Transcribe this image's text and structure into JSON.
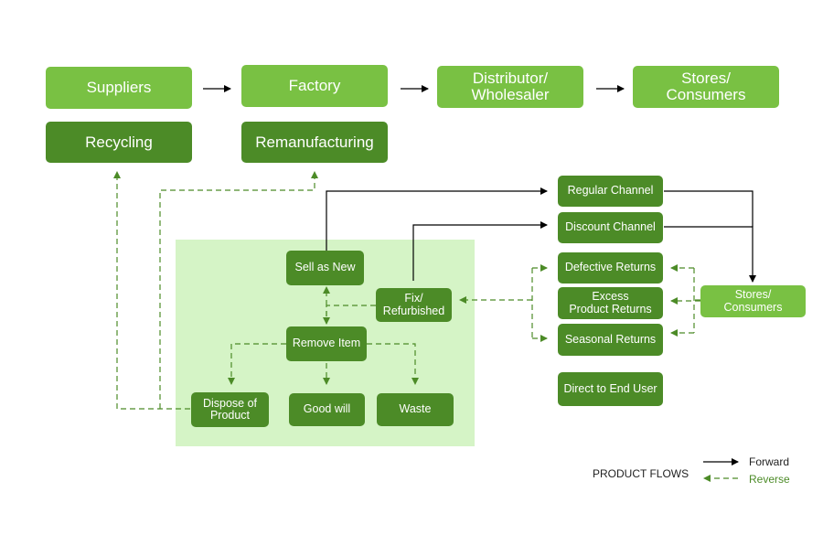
{
  "top_row": {
    "suppliers": "Suppliers",
    "factory": "Factory",
    "distributor": "Distributor/\nWholesaler",
    "stores": "Stores/\nConsumers"
  },
  "second_row": {
    "recycling": "Recycling",
    "remanufacturing": "Remanufacturing"
  },
  "channels": {
    "regular": "Regular Channel",
    "discount": "Discount Channel"
  },
  "returns": {
    "defective": "Defective Returns",
    "excess": "Excess\nProduct Returns",
    "seasonal": "Seasonal Returns",
    "direct": "Direct to End User"
  },
  "stores_consumers_right": "Stores/\nConsumers",
  "processing": {
    "sell_as_new": "Sell as New",
    "fix_refurbished": "Fix/\nRefurbished",
    "remove_item": "Remove Item",
    "dispose": "Dispose of\nProduct",
    "good_will": "Good will",
    "waste": "Waste"
  },
  "legend": {
    "title": "PRODUCT FLOWS",
    "forward": "Forward",
    "reverse": "Reverse"
  },
  "colors": {
    "light_green": "#79c143",
    "dark_green": "#4c8b27",
    "zone_green": "#d5f4c6",
    "forward_line": "#000000",
    "reverse_line": "#4c8b27"
  }
}
